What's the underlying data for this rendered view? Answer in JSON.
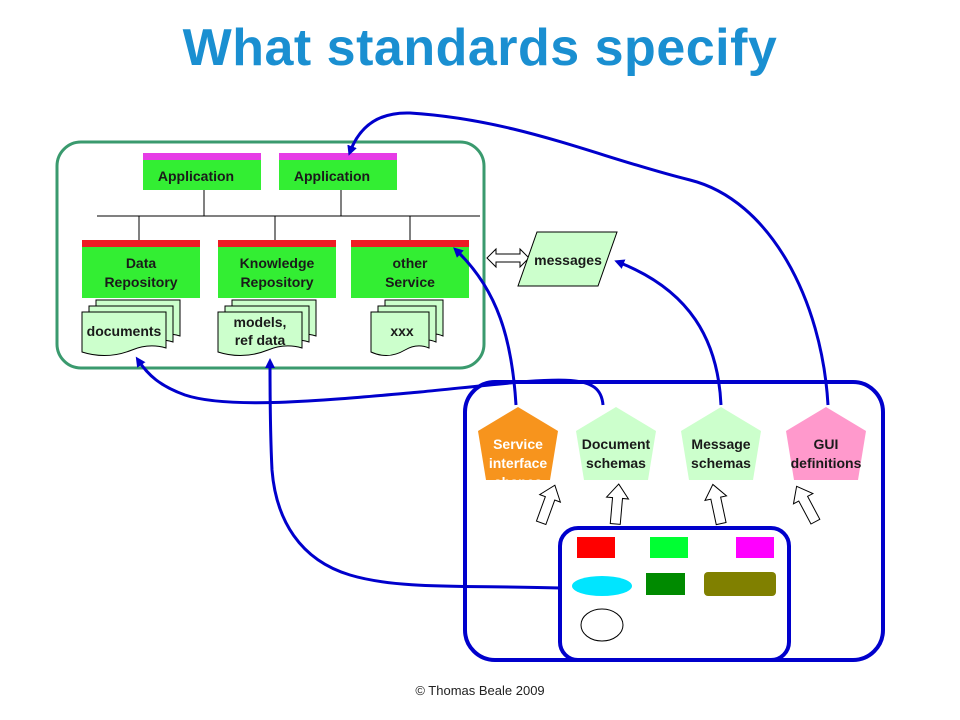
{
  "slide": {
    "title": "What standards specify",
    "footer": "© Thomas Beale 2009"
  },
  "system": {
    "applications": [
      "Application",
      "Application"
    ],
    "services": [
      {
        "line1": "Data",
        "line2": "Repository"
      },
      {
        "line1": "Knowledge",
        "line2": "Repository"
      },
      {
        "line1": "other",
        "line2": "Service"
      }
    ],
    "stores": [
      {
        "line1": "documents",
        "line2": ""
      },
      {
        "line1": "models,",
        "line2": "ref data"
      },
      {
        "line1": "xxx",
        "line2": ""
      }
    ],
    "messages_label": "messages"
  },
  "standards": {
    "items": [
      {
        "line1": "Service",
        "line2": "interface",
        "line3": "shapes",
        "color": "#f7941d"
      },
      {
        "line1": "Document",
        "line2": "schemas",
        "line3": "",
        "color": "#ccffcc"
      },
      {
        "line1": "Message",
        "line2": "schemas",
        "line3": "",
        "color": "#ccffcc"
      },
      {
        "line1": "GUI",
        "line2": "definitions",
        "line3": "",
        "color": "#ff99cc"
      }
    ]
  },
  "colors": {
    "title": "#1a8fd1",
    "frame_green": "#3a9a6e",
    "frame_blue": "#0000cc",
    "box_green": "#33ee33",
    "bar_red": "#ee1c24",
    "bar_magenta": "#e63ce6",
    "light_green": "#ccffcc"
  }
}
